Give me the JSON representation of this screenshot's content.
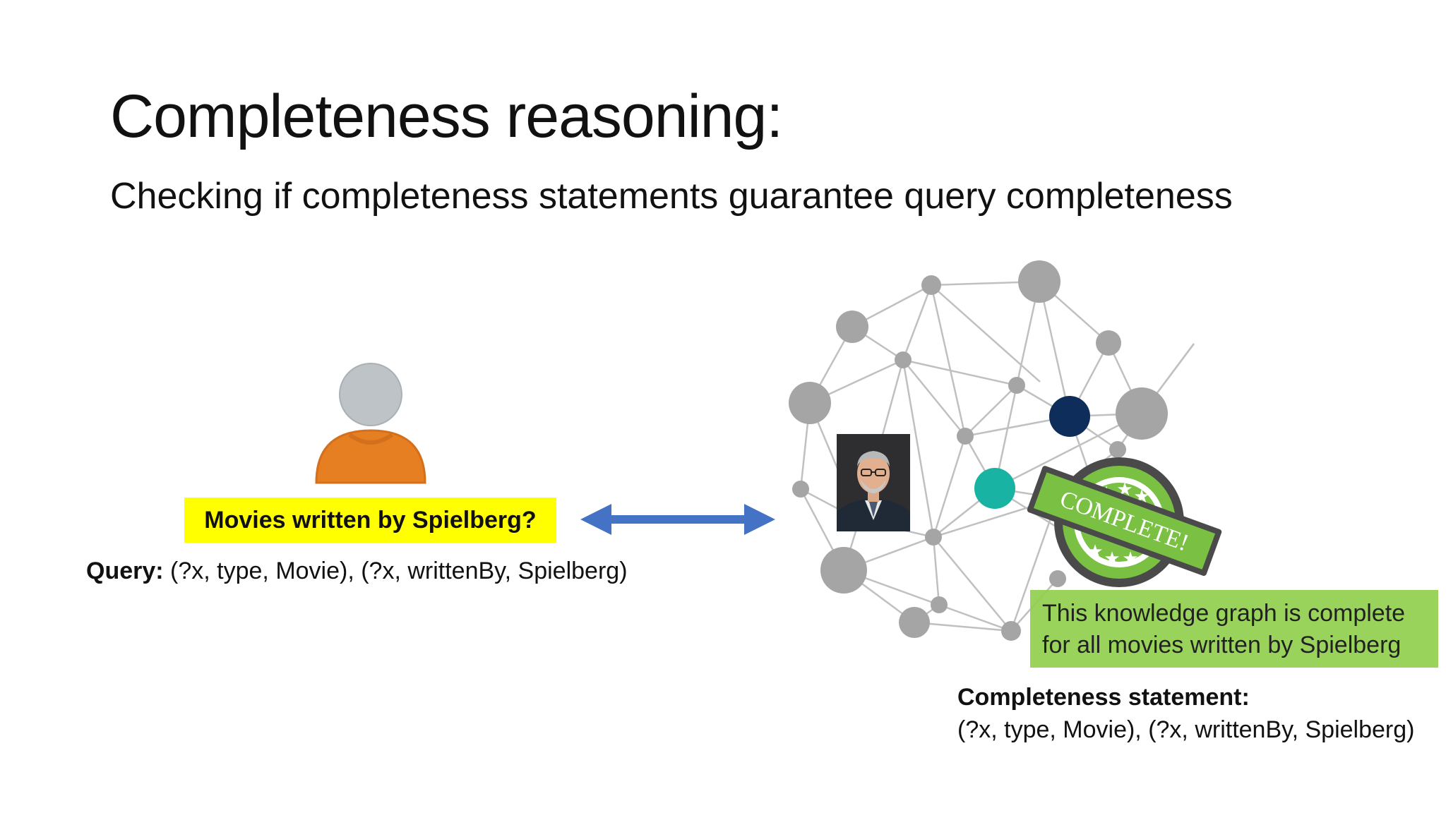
{
  "title": "Completeness reasoning:",
  "subtitle": "Checking if completeness statements guarantee query completeness",
  "user_question": "Movies written by Spielberg?",
  "query": {
    "label": "Query:",
    "value": " (?x, type, Movie), (?x, writtenBy, Spielberg)"
  },
  "stamp_text": "COMPLETE!",
  "graph_note": {
    "line1": "This knowledge graph is complete",
    "line2": "for all movies written by Spielberg"
  },
  "statement": {
    "label": "Completeness statement:",
    "value": "(?x, type, Movie), (?x, writtenBy, Spielberg)"
  },
  "colors": {
    "highlight_yellow": "#ffff00",
    "arrow_blue": "#4472c4",
    "note_green": "#92d050",
    "node_gray": "#a5a5a5",
    "edge_gray": "#bfbfbf",
    "node_navy": "#0e2d5a",
    "node_teal": "#19b3a3",
    "person_orange": "#e67e22",
    "stamp_green": "#7ac143"
  },
  "icons": {
    "person": "user-icon",
    "arrow": "double-headed-arrow",
    "graph": "knowledge-graph",
    "stamp": "complete-stamp"
  }
}
